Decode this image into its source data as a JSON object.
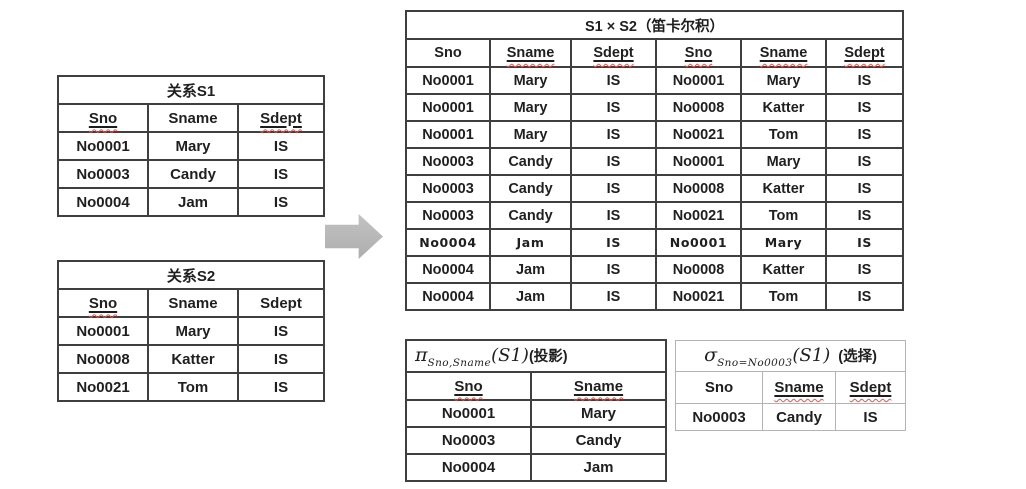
{
  "colors": {
    "border_dark": "#3f3f3f",
    "border_light": "#b3b3b3",
    "text": "#1f1f1f",
    "squiggle_red": "#ff4b43",
    "arrow_gray": "#b6b6b6"
  },
  "arrow": {
    "meaning": "transform-arrow"
  },
  "tables": {
    "s1": {
      "title": "关系S1",
      "headers": [
        "Sno",
        "Sname",
        "Sdept"
      ],
      "rows": [
        [
          "No0001",
          "Mary",
          "IS"
        ],
        [
          "No0003",
          "Candy",
          "IS"
        ],
        [
          "No0004",
          "Jam",
          "IS"
        ]
      ]
    },
    "s2": {
      "title": "关系S2",
      "headers": [
        "Sno",
        "Sname",
        "Sdept"
      ],
      "rows": [
        [
          "No0001",
          "Mary",
          "IS"
        ],
        [
          "No0008",
          "Katter",
          "IS"
        ],
        [
          "No0021",
          "Tom",
          "IS"
        ]
      ]
    },
    "product": {
      "title": "S1 × S2（笛卡尔积）",
      "headers": [
        "Sno",
        "Sname",
        "Sdept",
        "Sno",
        "Sname",
        "Sdept"
      ],
      "rows": [
        [
          "No0001",
          "Mary",
          "IS",
          "No0001",
          "Mary",
          "IS"
        ],
        [
          "No0001",
          "Mary",
          "IS",
          "No0008",
          "Katter",
          "IS"
        ],
        [
          "No0001",
          "Mary",
          "IS",
          "No0021",
          "Tom",
          "IS"
        ],
        [
          "No0003",
          "Candy",
          "IS",
          "No0001",
          "Mary",
          "IS"
        ],
        [
          "No0003",
          "Candy",
          "IS",
          "No0008",
          "Katter",
          "IS"
        ],
        [
          "No0003",
          "Candy",
          "IS",
          "No0021",
          "Tom",
          "IS"
        ],
        [
          "No0004",
          "Jam",
          "IS",
          "No0001",
          "Mary",
          "IS"
        ],
        [
          "No0004",
          "Jam",
          "IS",
          "No0008",
          "Katter",
          "IS"
        ],
        [
          "No0004",
          "Jam",
          "IS",
          "No0021",
          "Tom",
          "IS"
        ]
      ]
    },
    "projection": {
      "title_symbol": "π",
      "title_subscript": "Sno,Sname",
      "title_arg": "(S1)",
      "title_suffix": "(投影)",
      "headers": [
        "Sno",
        "Sname"
      ],
      "rows": [
        [
          "No0001",
          "Mary"
        ],
        [
          "No0003",
          "Candy"
        ],
        [
          "No0004",
          "Jam"
        ]
      ]
    },
    "selection": {
      "title_symbol": "σ",
      "title_subscript": "Sno=No0003",
      "title_arg": "(S1)",
      "title_suffix": "(选择)",
      "headers": [
        "Sno",
        "Sname",
        "Sdept"
      ],
      "rows": [
        [
          "No0003",
          "Candy",
          "IS"
        ]
      ]
    }
  }
}
